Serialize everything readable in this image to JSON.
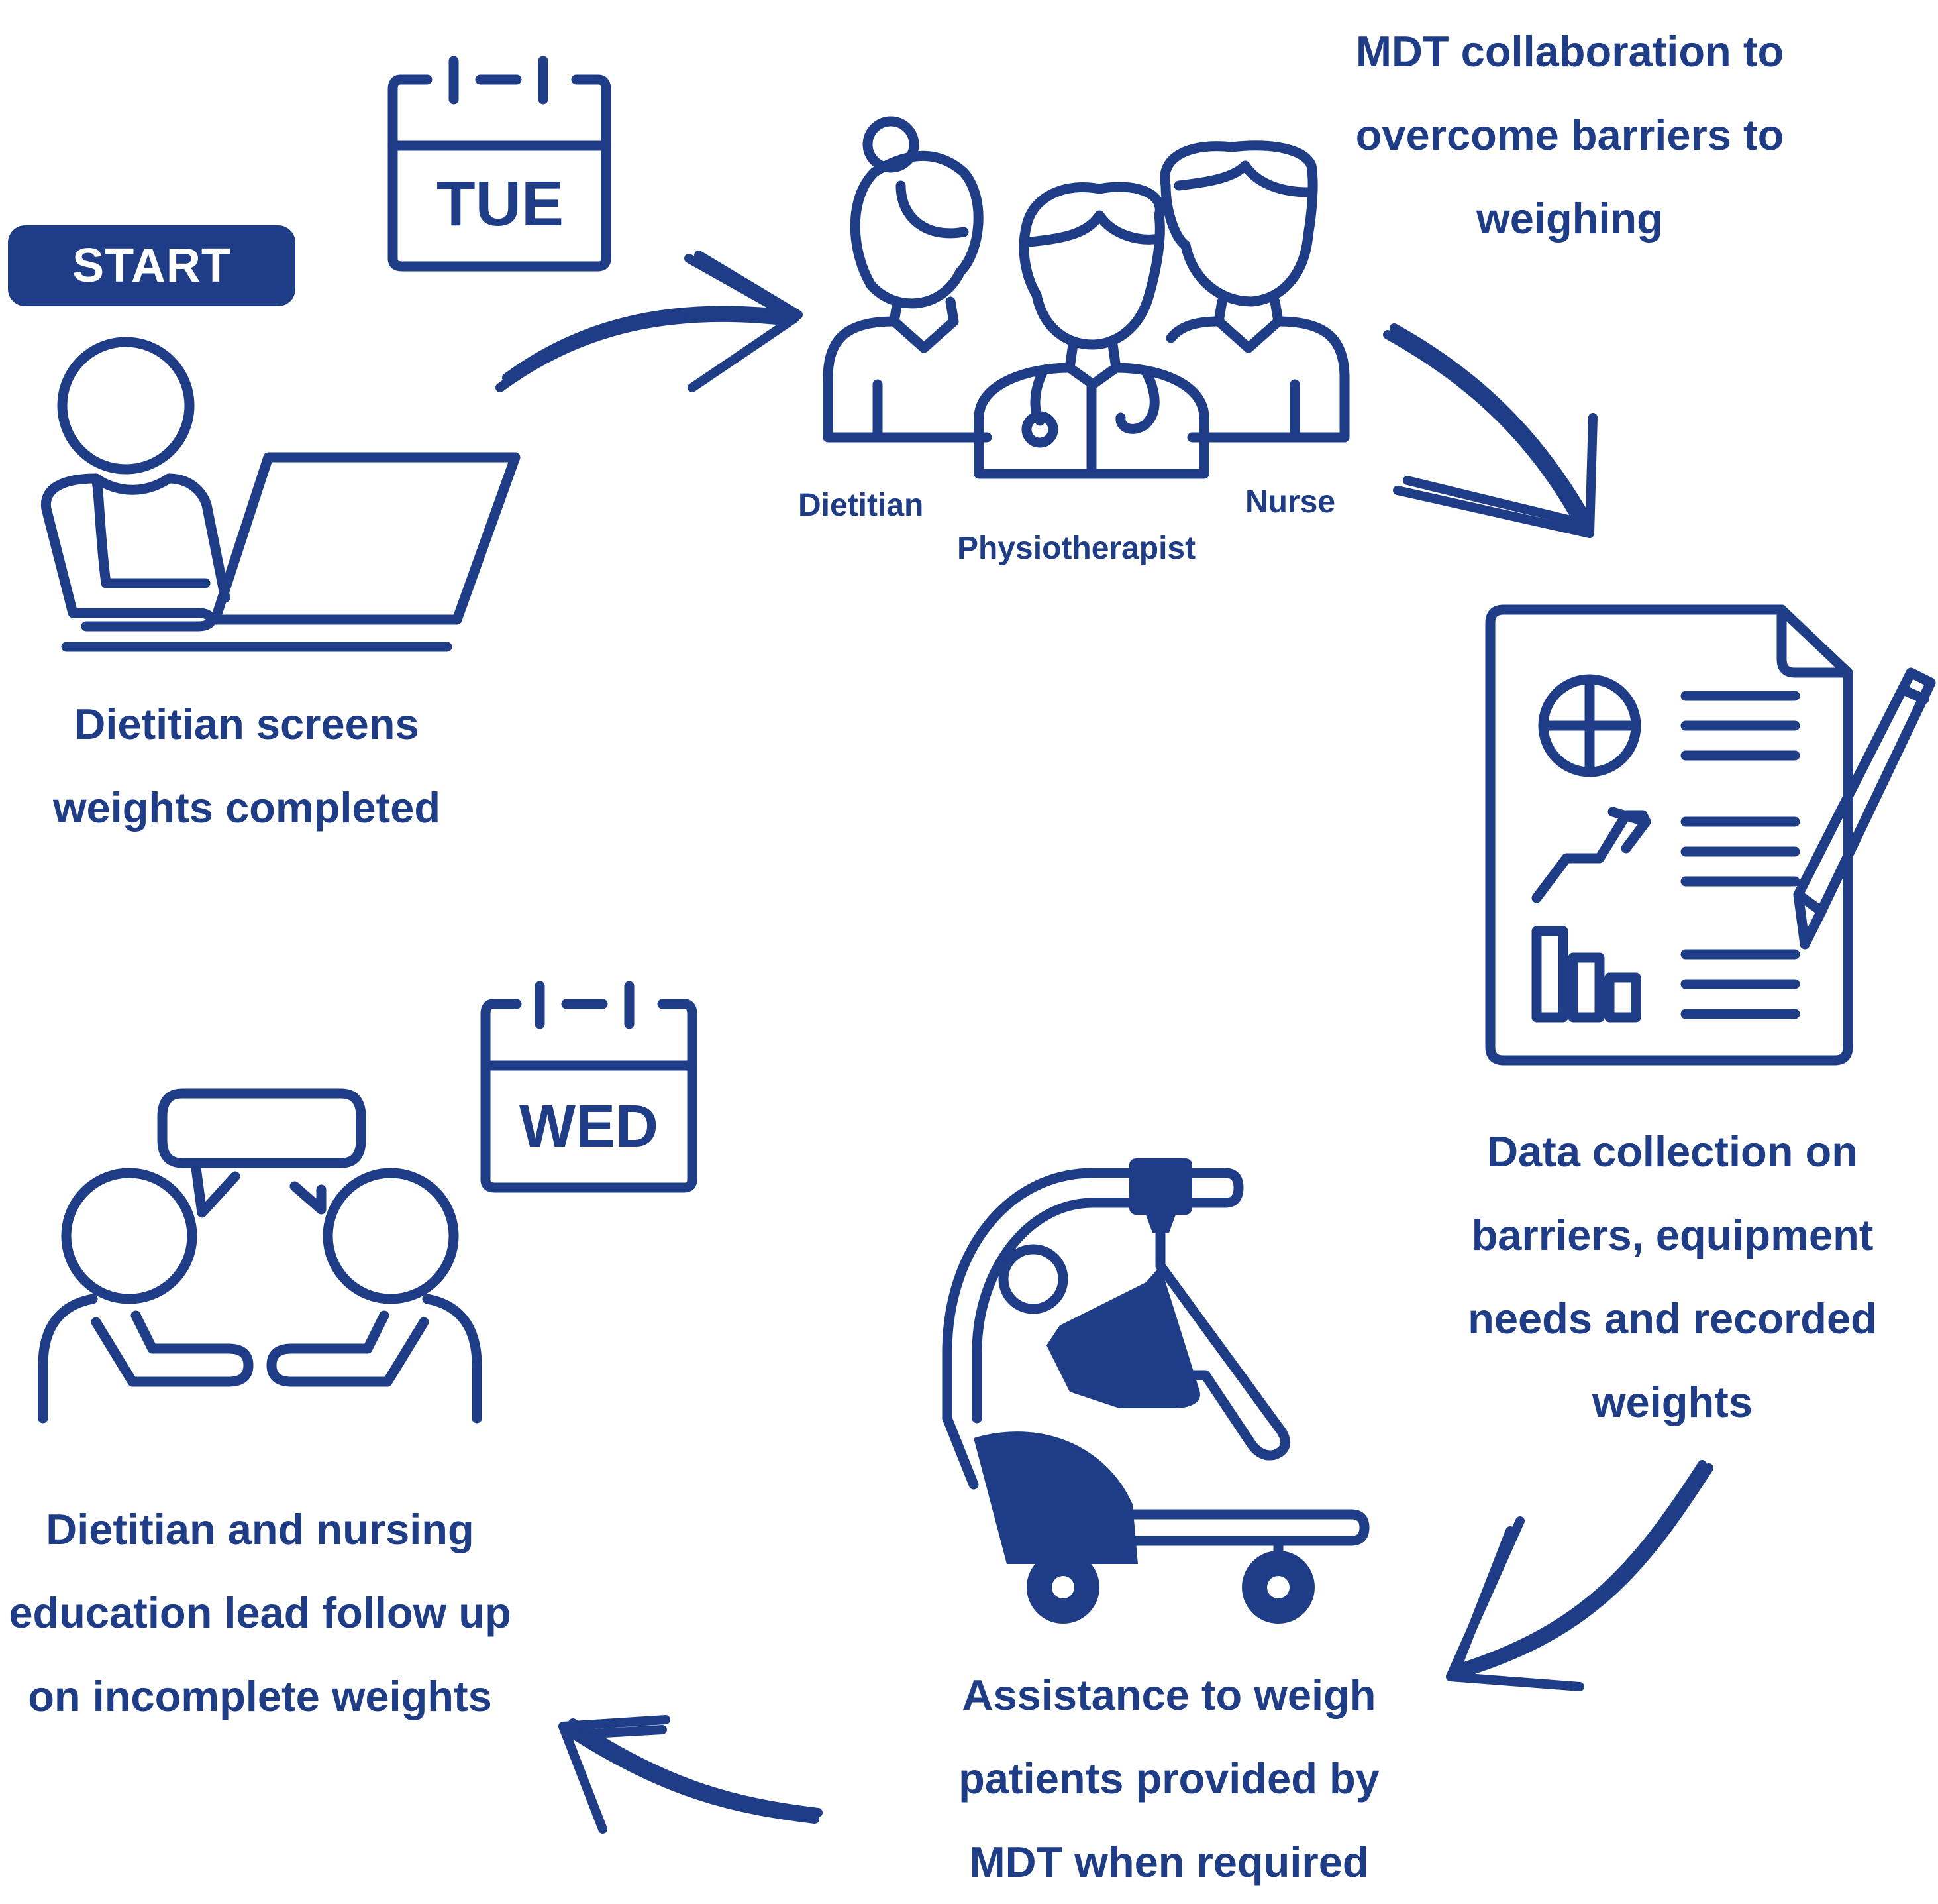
{
  "start": {
    "label": "START"
  },
  "days": {
    "tue": "TUE",
    "wed": "WED"
  },
  "steps": {
    "screen": "Dietitian screens weights completed",
    "mdt": "MDT collaboration to overcome barriers to weighing",
    "data": "Data collection on barriers, equipment needs and recorded weights",
    "assist": "Assistance to weigh patients provided by MDT when required",
    "followup": "Dietitian and nursing education lead follow up on incomplete weights"
  },
  "roles": {
    "dietitian": "Dietitian",
    "physiotherapist": "Physiotherapist",
    "nurse": "Nurse"
  },
  "colors": {
    "primary": "#1f3d87",
    "background": "#ffffff"
  }
}
